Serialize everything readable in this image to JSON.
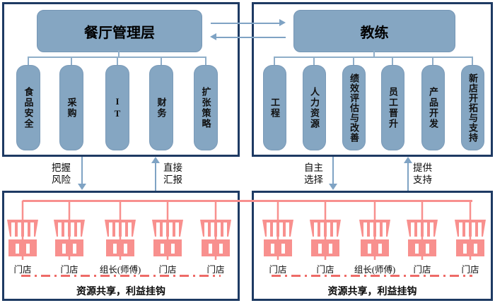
{
  "diagram": {
    "top_left": {
      "title": "餐厅管理层",
      "departments": [
        "食品安全",
        "采购",
        "IT",
        "财务",
        "扩张策略"
      ]
    },
    "top_right": {
      "title": "教练",
      "departments": [
        "工程",
        "人力资源",
        "绩效评估与改善",
        "员工晋升",
        "产品开发",
        "新店开拓与支持"
      ]
    },
    "flows": {
      "down_left": "把握\n风险",
      "up_left": "直接\n汇报",
      "down_right": "自主\n选择",
      "up_right": "提供\n支持"
    },
    "bottom_left": {
      "stores": [
        "门店",
        "门店",
        "组长(师傅)",
        "门店",
        "门店"
      ],
      "caption": "资源共享，利益挂钩"
    },
    "bottom_right": {
      "stores": [
        "门店",
        "门店",
        "组长(师傅)",
        "门店",
        "门店"
      ],
      "caption": "资源共享，利益挂钩"
    },
    "colors": {
      "panel_border": "#1E3A63",
      "box_fill": "#85A6C2",
      "connector": "#8FAEC9",
      "arrow": "#7FA3C4",
      "store_pink": "#F8908E",
      "dash_red": "#EE6B67"
    }
  }
}
